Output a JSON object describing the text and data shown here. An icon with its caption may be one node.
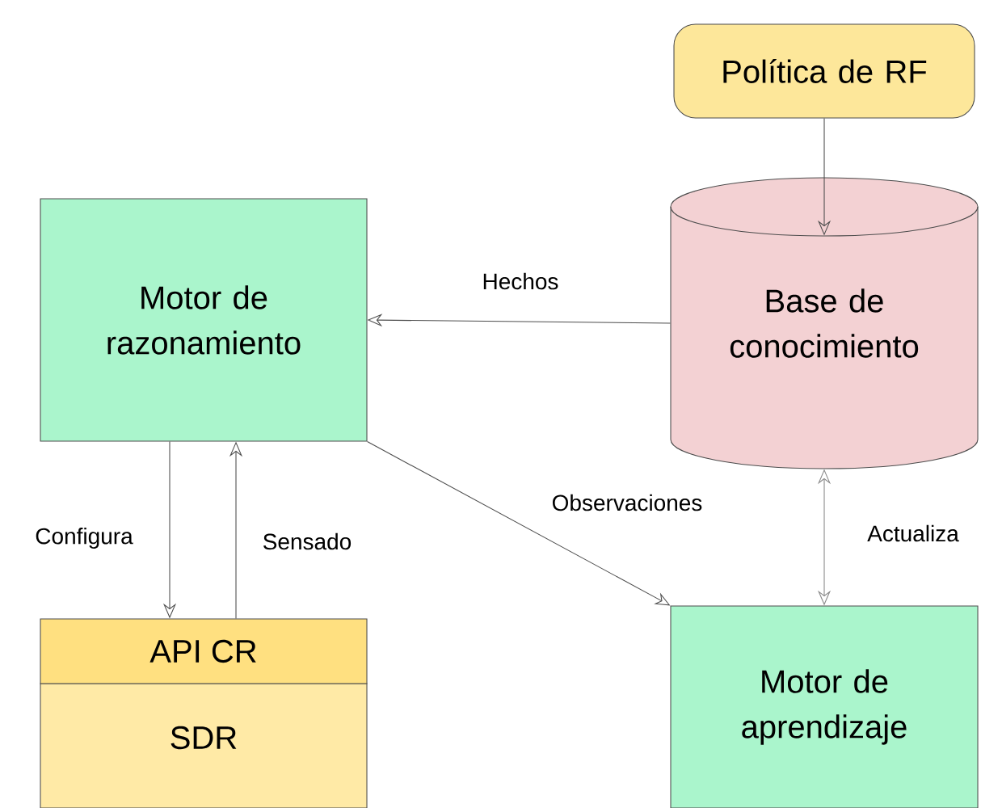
{
  "diagram": {
    "nodes": [
      {
        "text": [
          "Política de RF"
        ]
      },
      {
        "text": [
          "Motor de razonamiento"
        ]
      },
      {
        "text": [
          "Base de conocimiento"
        ]
      },
      {
        "text": [
          "API CR",
          "SDR"
        ]
      },
      {
        "text": [
          "Motor de aprendizaje"
        ]
      }
    ],
    "edges": [
      {
        "from": 0,
        "to": 2,
        "arrow": "to"
      },
      {
        "from": 2,
        "to": 1,
        "arrow": "to",
        "label": "Hechos"
      },
      {
        "from": 1,
        "to": 3,
        "arrow": "to",
        "label": "Configura"
      },
      {
        "from": 3,
        "to": 1,
        "arrow": "to",
        "label": "Sensado"
      },
      {
        "from": 1,
        "to": 4,
        "arrow": "to",
        "label": "Observaciones"
      },
      {
        "from": 2,
        "to": 4,
        "arrow": "both",
        "label": "Actualiza",
        "color": "#888888"
      }
    ]
  }
}
